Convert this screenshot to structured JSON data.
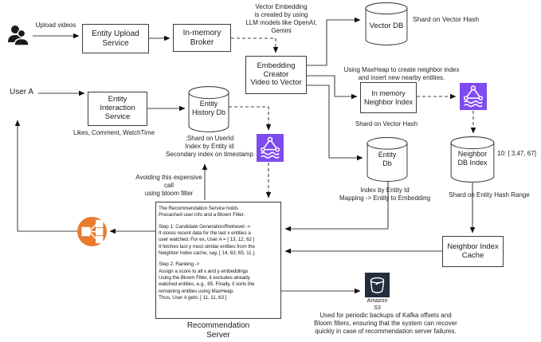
{
  "colors": {
    "line": "#333333",
    "kafka_purple": "#7E4BF0",
    "elb_orange": "#E87B2E",
    "s3_navy": "#232F3E",
    "icon_dark": "#1a1a1a"
  },
  "actors": {
    "user_a": "User A"
  },
  "nodes": {
    "entity_upload_service": {
      "label": "Entity Upload\nService"
    },
    "in_memory_broker": {
      "label": "In-memory\nBroker"
    },
    "embedding_creator": {
      "label": "Embedding\nCreator\nVideo to Vector"
    },
    "vector_db": {
      "label": "Vector DB"
    },
    "in_memory_neighbor_index": {
      "label": "In memory\nNeighbor Index"
    },
    "entity_interaction_service": {
      "label": "Entity\nInteraction\nService"
    },
    "entity_history_db": {
      "label": "Entity\nHistory Db"
    },
    "entity_db": {
      "label": "Entity\nDb"
    },
    "neighbor_db_index": {
      "label": "Neighbor\nDB  Index"
    },
    "neighbor_index_cache": {
      "label": "Neighbor Index\nCache"
    },
    "recommendation_server": {
      "label": "Recommendation\nServer",
      "body_intro": "The Recommendation Service holds\nPrecached user info and a Bloom Filter.",
      "body_step1": "Step 1: Candidate Generation/Retrievel ->\nIt stores recent data for the last x entities a\nuser watched. For ex, User A  = [ 13, 12, 62 ]\nIt fetches last y most similar entities from the\nNeighbor Index cache, say, [ 14, 63, 65, 11 ].",
      "body_step2": "Step 2: Ranking ->\nAssign a score to all x and y embeddings\nUsing the Bloom Filter, it excludes already\nwatched entities, e.g., 65. Finally, it sorts the\nremaining entities using MaxHeap.\nThus, User A gets: [ 11, 11, 63 ]"
    },
    "amazon_s3": {
      "label": "Amazon\nS3"
    }
  },
  "annotations": {
    "upload_videos": "Upload videos",
    "vector_embedding_note": "Vector Embedding\nis created by using\nLLM models like OpenAI,\nGemini",
    "shard_on_vector_hash_top": "Shard on Vector Hash",
    "maxheap_note": "Using MaxHeap to create neighbor index\nand insert new nearby entities.",
    "shard_on_vector_hash_mid": "Shard on Vector Hash",
    "neighbor_example": "10: [ 3,47, 67]",
    "shard_on_entity_hash_range": "Shard on Entity Hash Range",
    "entity_db_note": "Index by Entity Id\nMapping -> Entity to Embedding",
    "likes_comment_watchtime": "Likes, Comment, WatchTime",
    "history_db_note": ":Shard on UserId\nIndex by Entity id\nSecondary index on timestamp",
    "bloom_filter_note": "Avoiding this expensive call\nusing bloom filter",
    "s3_note": "Used for periodic backups of Kafka offsets and\nBloom filters, ensuring that the system can recover\nquickly in case of recommendation server failures."
  }
}
